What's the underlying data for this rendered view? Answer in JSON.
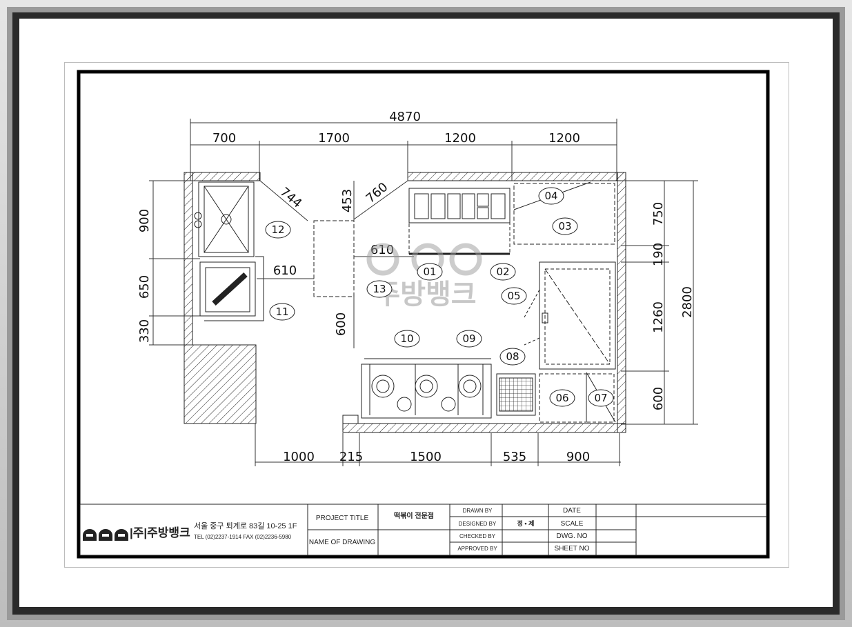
{
  "dimensions": {
    "total_width": "4870",
    "top": [
      "700",
      "1700",
      "1200",
      "1200"
    ],
    "bottom": [
      "1000",
      "215",
      "1500",
      "535",
      "900"
    ],
    "left": [
      "900",
      "650",
      "330"
    ],
    "right": [
      "750",
      "190",
      "1260",
      "600"
    ],
    "right_total": "2800",
    "diag_744": "744",
    "diag_760": "760",
    "d453": "453",
    "d610a": "610",
    "d610b": "610",
    "d600": "600"
  },
  "equipment_labels": [
    "01",
    "02",
    "03",
    "04",
    "05",
    "06",
    "07",
    "08",
    "09",
    "10",
    "11",
    "12",
    "13"
  ],
  "watermark": {
    "text": "주방뱅크"
  },
  "title_block": {
    "company_name": "|주|주방뱅크",
    "address": "서울 중구 퇴계로 83길 10-25 1F",
    "contact": "TEL (02)2237-1914 FAX (02)2236-5980",
    "project_title_label": "PROJECT TITLE",
    "project_title_value": "떡볶이 전문점",
    "name_of_drawing_label": "NAME OF DRAWING",
    "drawn_by": "DRAWN BY",
    "designed_by": "DESIGNED BY",
    "designed_by_value": "정 • 제",
    "checked_by": "CHECKED BY",
    "approved_by": "APPROVED BY",
    "date": "DATE",
    "scale": "SCALE",
    "dwg_no": "DWG. NO",
    "sheet_no": "SHEET NO"
  }
}
